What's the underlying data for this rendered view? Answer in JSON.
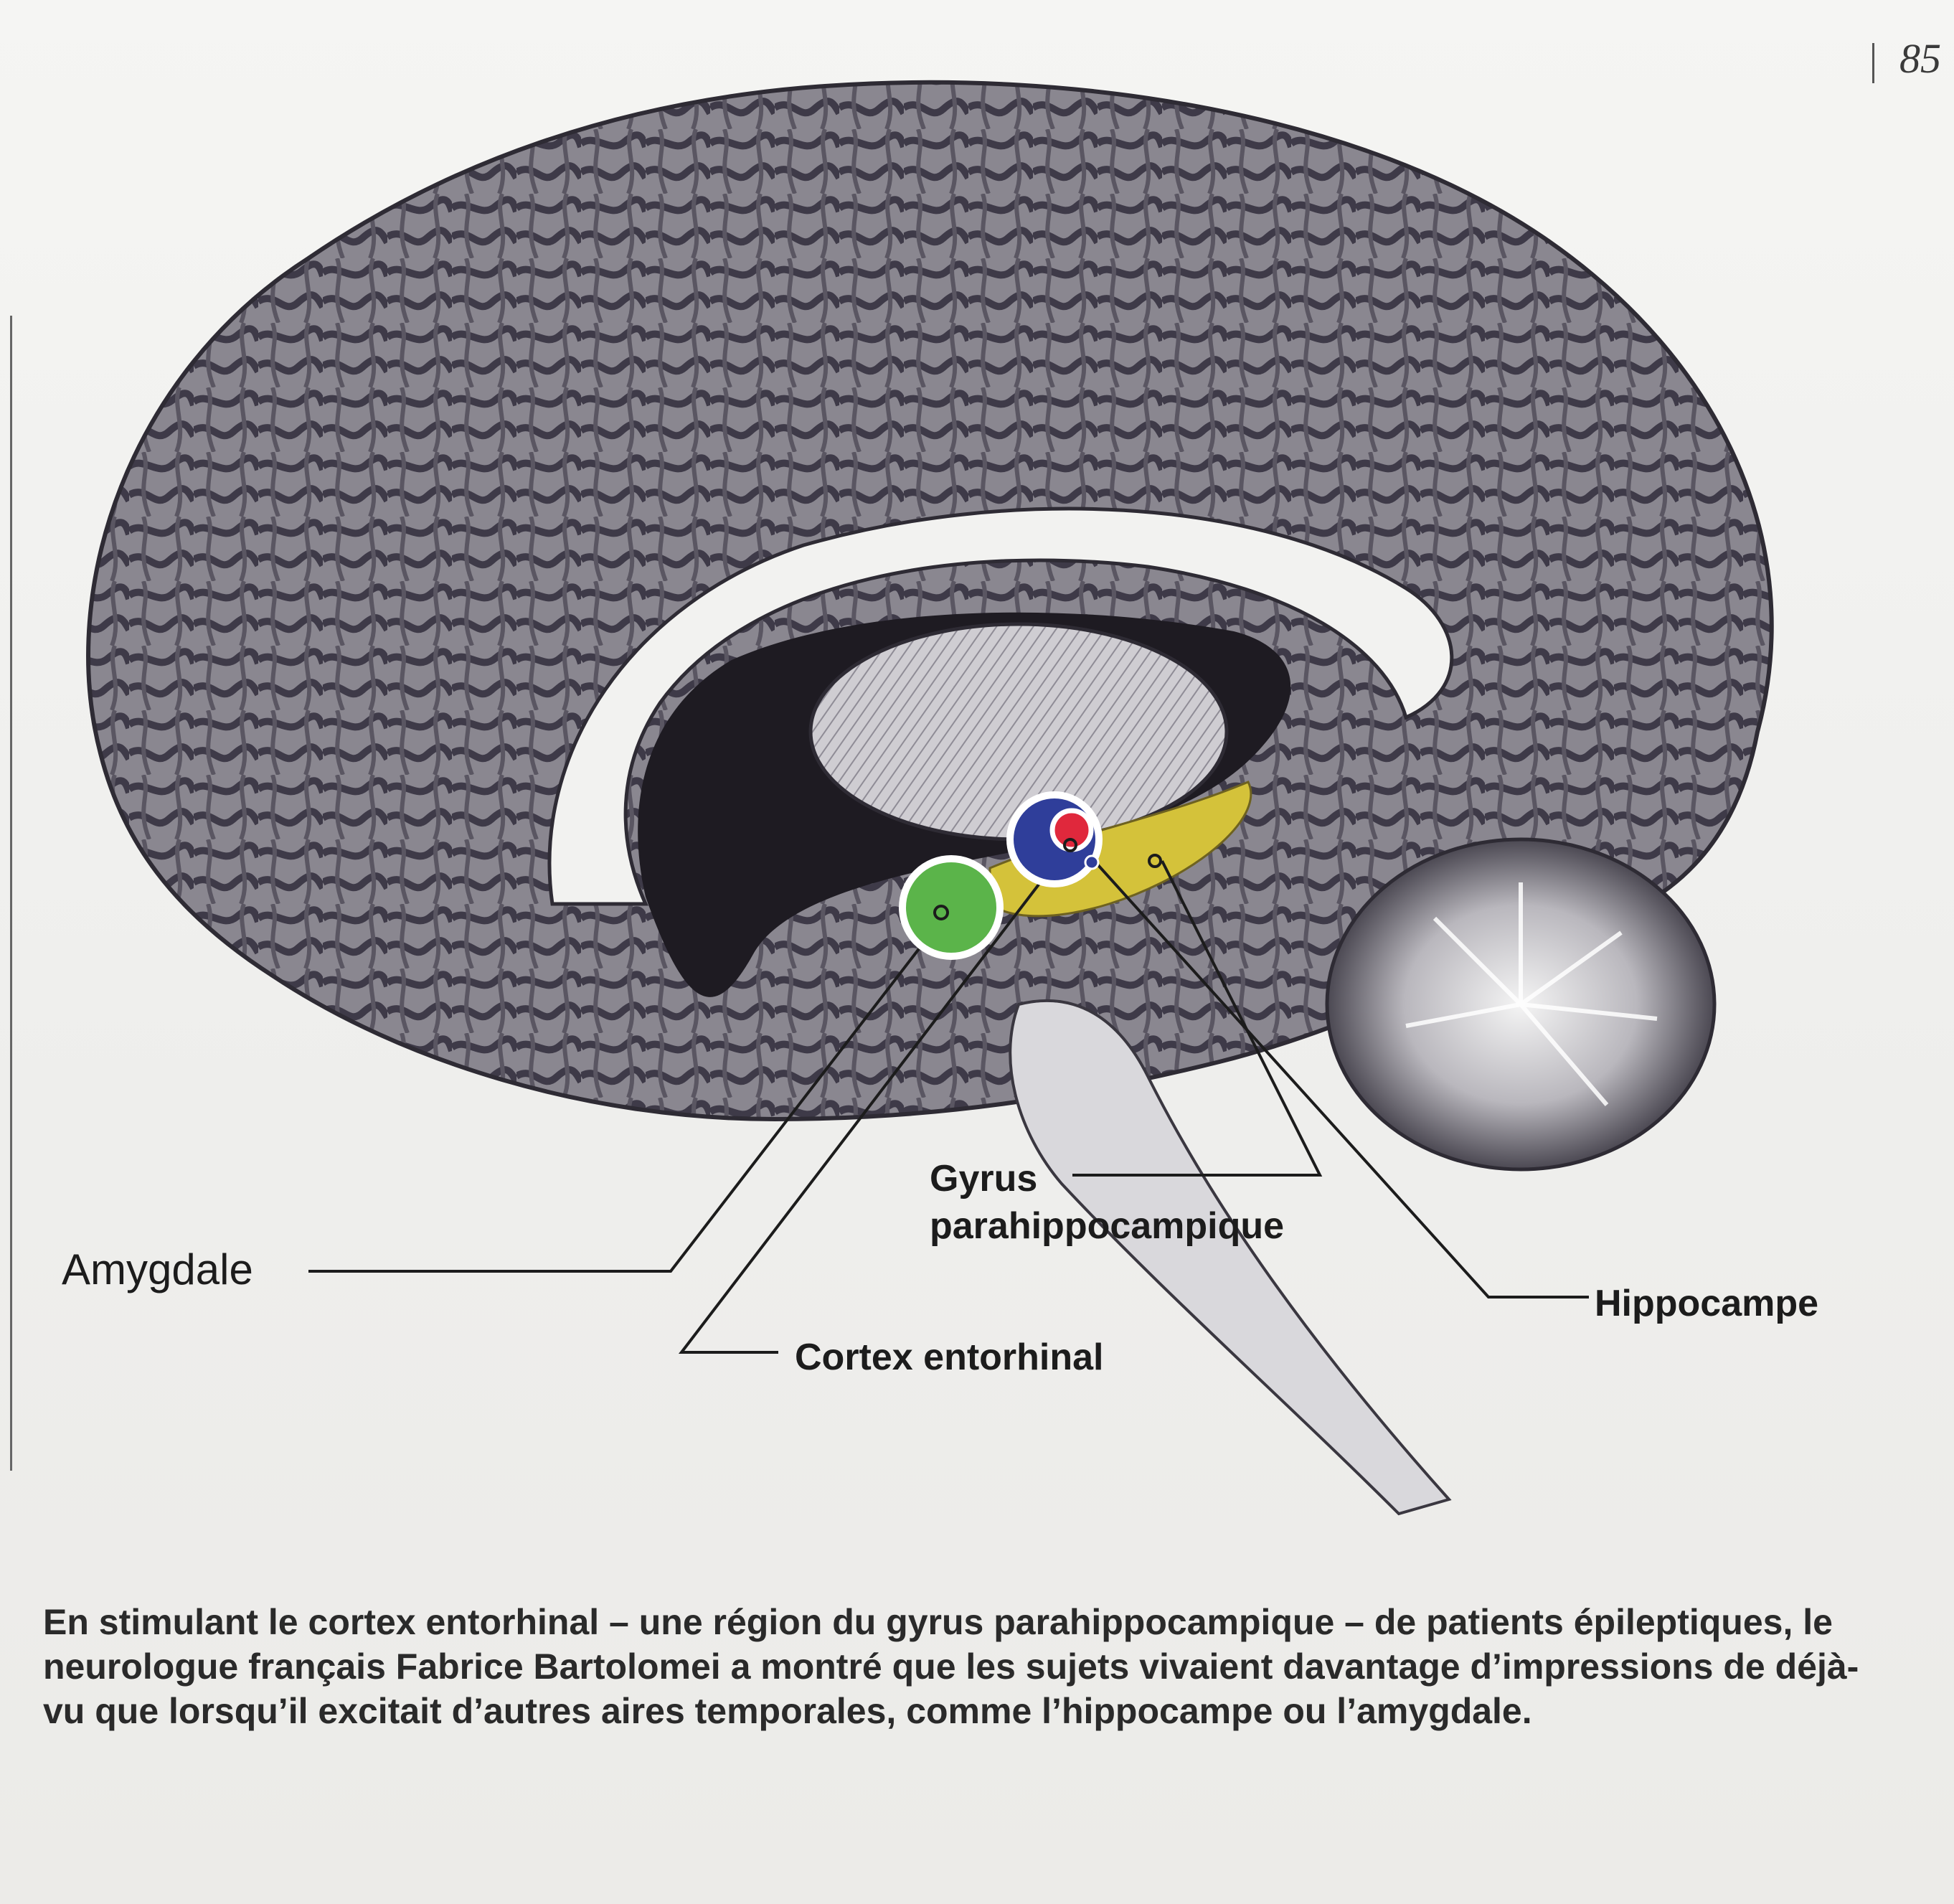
{
  "page_number": "85",
  "labels": {
    "amygdale": "Amygdale",
    "gyrus_line1": "Gyrus",
    "gyrus_line2": "parahippocampique",
    "hippocampe": "Hippocampe",
    "cortex_entorhinal": "Cortex entorhinal"
  },
  "markers": [
    {
      "name": "amygdale",
      "color": "#5bb44a"
    },
    {
      "name": "cortex-entorhinal-outer",
      "color": "#2f3e9a"
    },
    {
      "name": "cortex-entorhinal-inner",
      "color": "#e0283c"
    }
  ],
  "highlight_color": "#d4c23a",
  "caption": "En stimulant le cortex entorhinal – une région du gyrus parahippocampique – de patients épileptiques, le neurologue français Fabrice Bartolomei a montré que les sujets vivaient davantage d’impressions de déjà-vu que lorsqu’il excitait d’autres aires temporales, comme l’hippocampe ou l’amygdale."
}
